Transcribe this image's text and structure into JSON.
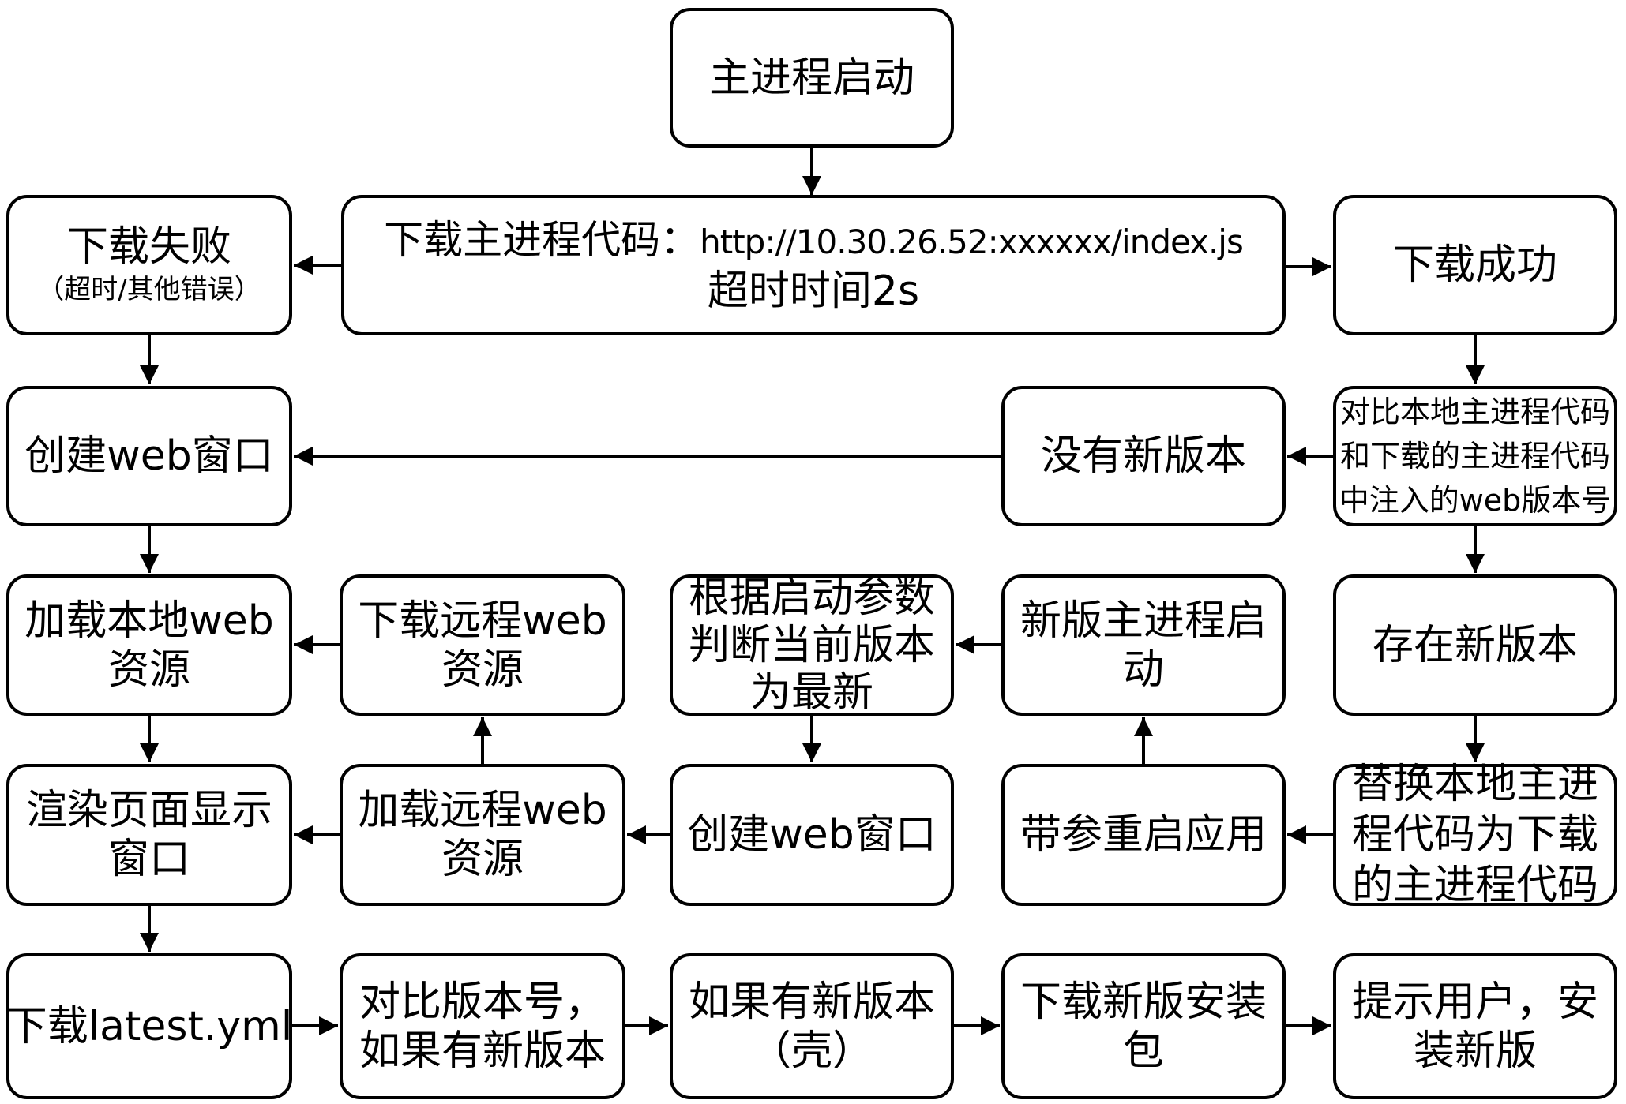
{
  "diagram": {
    "colors": {
      "stroke": "#000000",
      "background": "#ffffff"
    },
    "nodes": {
      "main_start": {
        "lines": [
          "主进程启动"
        ]
      },
      "download_code": {
        "label": "下载主进程代码：",
        "url": "http://10.30.26.52:xxxxxx/index.js",
        "timeout": "超时时间2s"
      },
      "download_fail": {
        "lines": [
          "下载失败",
          "（超时/其他错误）"
        ]
      },
      "download_success": {
        "lines": [
          "下载成功"
        ]
      },
      "create_web_window_left": {
        "lines": [
          "创建web窗口"
        ]
      },
      "no_new_version": {
        "lines": [
          "没有新版本"
        ]
      },
      "compare_local_code": {
        "lines": [
          "对比本地主进程代码",
          "和下载的主进程代码",
          "中注入的web版本号"
        ]
      },
      "load_local_web": {
        "lines": [
          "加载本地web",
          "资源"
        ]
      },
      "download_remote_web": {
        "lines": [
          "下载远程web",
          "资源"
        ]
      },
      "judge_latest_by_args": {
        "lines": [
          "根据启动参数",
          "判断当前版本",
          "为最新"
        ]
      },
      "new_main_start": {
        "lines": [
          "新版主进程启",
          "动"
        ]
      },
      "exist_new_version": {
        "lines": [
          "存在新版本"
        ]
      },
      "render_page_window": {
        "lines": [
          "渲染页面显示",
          "窗口"
        ]
      },
      "load_remote_web": {
        "lines": [
          "加载远程web",
          "资源"
        ]
      },
      "create_web_window_center": {
        "lines": [
          "创建web窗口"
        ]
      },
      "restart_with_args": {
        "lines": [
          "带参重启应用"
        ]
      },
      "replace_local_code": {
        "lines": [
          "替换本地主进",
          "程代码为下载",
          "的主进程代码"
        ]
      },
      "download_latest_yml": {
        "lines": [
          "下载latest.yml"
        ]
      },
      "compare_version_number": {
        "lines": [
          "对比版本号，",
          "如果有新版本"
        ]
      },
      "if_new_version_shell": {
        "lines": [
          "如果有新版本",
          "（壳）"
        ]
      },
      "download_new_installer": {
        "lines": [
          "下载新版安装",
          "包"
        ]
      },
      "prompt_user_install": {
        "lines": [
          "提示用户，安",
          "装新版"
        ]
      }
    }
  }
}
